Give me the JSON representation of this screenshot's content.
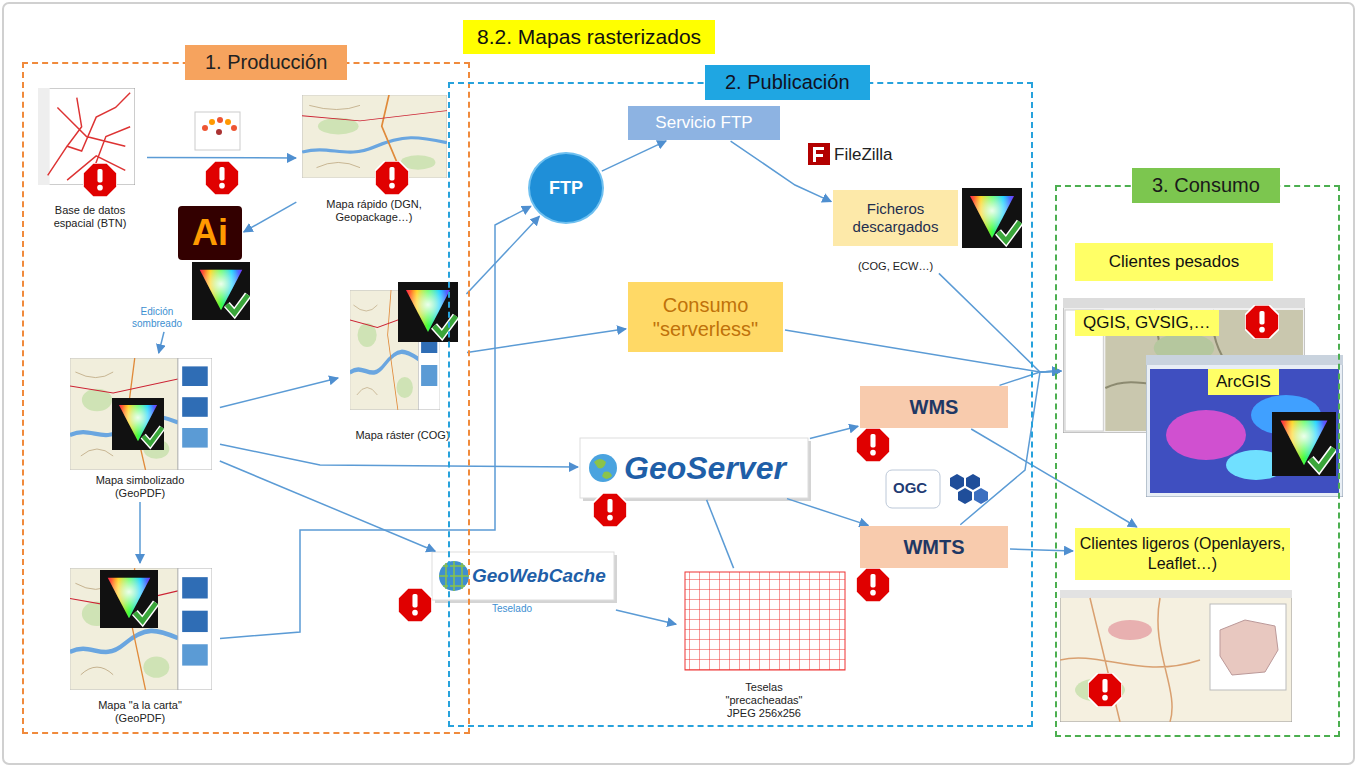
{
  "diagram": {
    "title": "8.2. Mapas rasterizados",
    "nodes": [
      {
        "text": [
          "1. Producción"
        ]
      },
      {
        "text": [
          "Base de datos espacial (BTN)"
        ],
        "in": 0
      },
      {
        "text": [
          "Mapa rápido (DGN, Geopackage…)"
        ],
        "in": 0
      },
      {
        "text": [
          "Ai",
          "Edición sombreado"
        ],
        "in": 0
      },
      {
        "text": [
          "Mapa simbolizado (GeoPDF)"
        ],
        "in": 0
      },
      {
        "text": [
          "Mapa \"a la carta\" (GeoPDF)"
        ],
        "in": 0
      },
      {
        "text": [
          "Mapa ráster (COG)"
        ],
        "in": 0
      },
      {
        "text": [
          "2. Publicación"
        ]
      },
      {
        "text": [
          "FTP"
        ],
        "in": 7
      },
      {
        "text": [
          "Servicio FTP"
        ],
        "in": 7
      },
      {
        "text": [
          "FileZilla"
        ],
        "in": 7
      },
      {
        "text": [
          "Ficheros descargados",
          "(COG, ECW…)"
        ],
        "in": 7
      },
      {
        "text": [
          "Consumo \"serverless\""
        ],
        "in": 7
      },
      {
        "text": [
          "GeoServer"
        ],
        "in": 7
      },
      {
        "text": [
          "WMS"
        ],
        "in": 7
      },
      {
        "text": [
          "WMTS"
        ],
        "in": 7
      },
      {
        "text": [
          "GeoWebCache",
          "Teselado"
        ],
        "in": 7
      },
      {
        "text": [
          "Teselas \"precacheadas\" JPEG 256x256"
        ],
        "in": 7
      },
      {
        "text": [
          "3. Consumo"
        ]
      },
      {
        "text": [
          "Clientes pesados"
        ],
        "in": 18
      },
      {
        "text": [
          "QGIS, GVSIG,…"
        ],
        "in": 18
      },
      {
        "text": [
          "ArcGIS"
        ],
        "in": 18
      },
      {
        "text": [
          "Clientes ligeros (Openlayers, Leaflet…)"
        ],
        "in": 18
      }
    ],
    "edges": [
      {
        "from": 1,
        "to": 2,
        "arrow": "to"
      },
      {
        "from": 2,
        "to": 3,
        "arrow": "to"
      },
      {
        "from": 3,
        "to": 4,
        "arrow": "to"
      },
      {
        "from": 4,
        "to": 5,
        "arrow": "to"
      },
      {
        "from": 4,
        "to": 6,
        "arrow": "to"
      },
      {
        "from": 4,
        "to": 13,
        "arrow": "to"
      },
      {
        "from": 4,
        "to": 16,
        "arrow": "to"
      },
      {
        "from": 5,
        "to": 8,
        "arrow": "to"
      },
      {
        "from": 6,
        "to": 8,
        "arrow": "to"
      },
      {
        "from": 6,
        "to": 12,
        "arrow": "to"
      },
      {
        "from": 8,
        "to": 9,
        "arrow": "to"
      },
      {
        "from": 9,
        "to": 11,
        "arrow": "to"
      },
      {
        "from": 11,
        "to": 20,
        "arrow": "to"
      },
      {
        "from": 12,
        "to": 20,
        "arrow": "to"
      },
      {
        "from": 13,
        "to": 14,
        "arrow": "to"
      },
      {
        "from": 13,
        "to": 15,
        "arrow": "to"
      },
      {
        "from": 16,
        "to": 17,
        "arrow": "to"
      },
      {
        "from": 17,
        "to": 13,
        "arrow": "none"
      },
      {
        "from": 14,
        "to": 20,
        "arrow": "to"
      },
      {
        "from": 14,
        "to": 22,
        "arrow": "to"
      },
      {
        "from": 15,
        "to": 20,
        "arrow": "to"
      },
      {
        "from": 15,
        "to": 22,
        "arrow": "to"
      }
    ],
    "labels": [
      "OGC"
    ]
  }
}
